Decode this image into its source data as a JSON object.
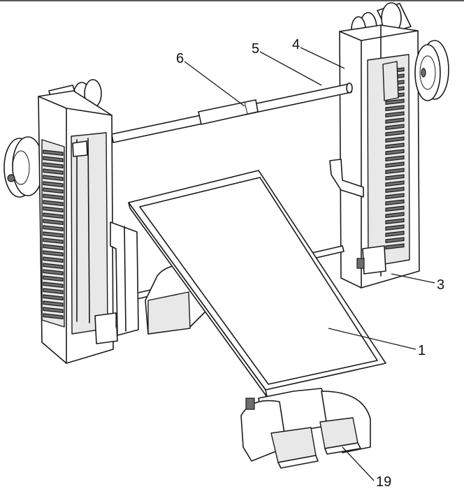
{
  "labels": {
    "bench": "1",
    "right_frame": "3",
    "sleeve": "4",
    "bar": "5",
    "grip": "6",
    "pedal": "19"
  }
}
